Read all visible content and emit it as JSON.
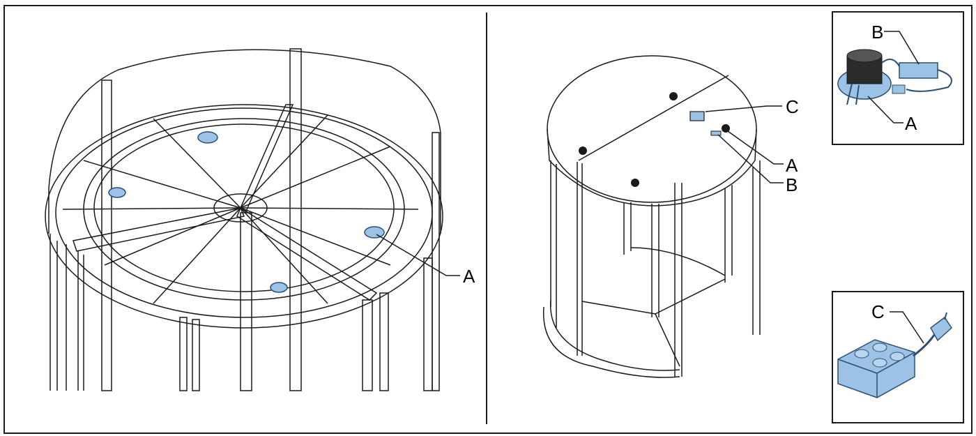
{
  "left_panel": {
    "callouts": [
      {
        "label": "A"
      }
    ]
  },
  "right_panel": {
    "callouts": [
      {
        "label": "C"
      },
      {
        "label": "A"
      },
      {
        "label": "B"
      }
    ]
  },
  "inset_top": {
    "callouts": [
      {
        "label": "B"
      },
      {
        "label": "A"
      }
    ]
  },
  "inset_bottom": {
    "callouts": [
      {
        "label": "C"
      }
    ]
  },
  "colors": {
    "line": "#1a1a1a",
    "component_fill": "#9cc2e5",
    "component_stroke": "#2a4f73",
    "background": "#ffffff"
  }
}
